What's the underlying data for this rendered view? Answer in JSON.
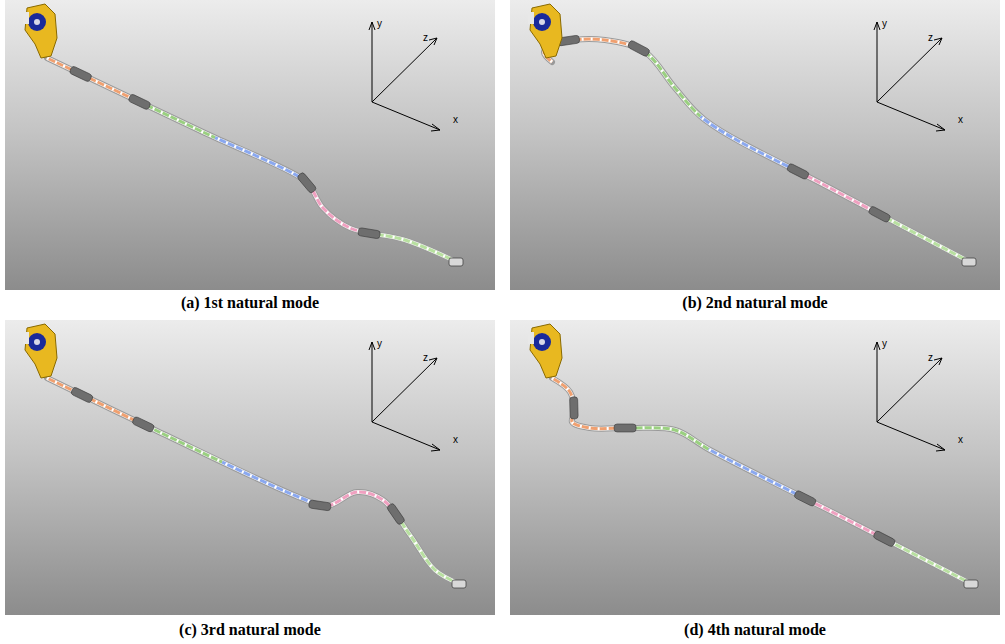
{
  "diagram": {
    "labels": [
      "y",
      "z",
      "x",
      "(a) 1st natural mode",
      "y",
      "z",
      "x",
      "(b) 2nd natural mode",
      "y",
      "z",
      "x",
      "(c) 3rd natural mode",
      "y",
      "z",
      "x",
      "(d) 4th natural mode"
    ]
  }
}
